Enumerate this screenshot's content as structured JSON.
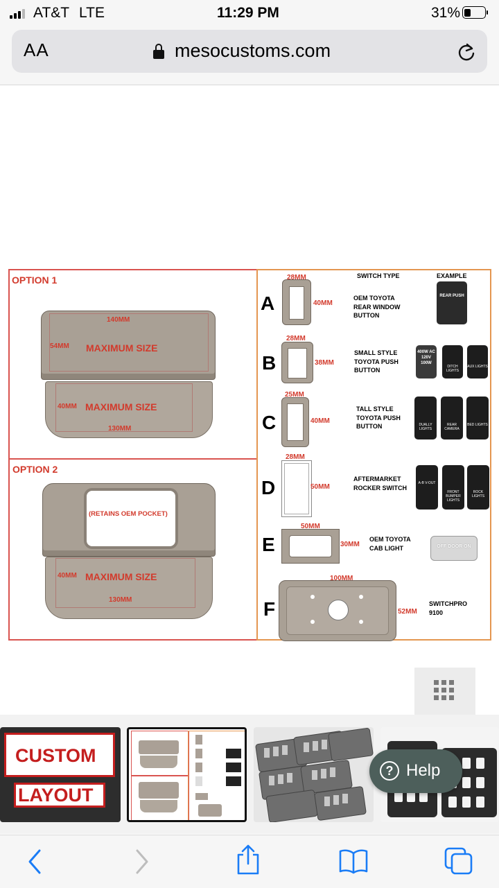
{
  "status_bar": {
    "carrier": "AT&T",
    "network": "LTE",
    "time": "11:29 PM",
    "battery": "31%",
    "battery_level": 0.31
  },
  "address_bar": {
    "text_size_label": "AA",
    "url": "mesocustoms.com"
  },
  "figure": {
    "option1": {
      "title": "OPTION 1",
      "top_width": "140MM",
      "top_height": "54MM",
      "top_label": "MAXIMUM SIZE",
      "bottom_height": "40MM",
      "bottom_label": "MAXIMUM SIZE",
      "bottom_width": "130MM"
    },
    "option2": {
      "title": "OPTION 2",
      "pocket_label": "(RETAINS OEM POCKET)",
      "bottom_height": "40MM",
      "bottom_label": "MAXIMUM SIZE",
      "bottom_width": "130MM"
    },
    "headers": {
      "switch_type": "SWITCH TYPE",
      "example": "EXAMPLE"
    },
    "rows": [
      {
        "letter": "A",
        "width": "28MM",
        "height": "40MM",
        "type": "OEM TOYOTA REAR WINDOW BUTTON",
        "examples": [
          "REAR PUSH"
        ]
      },
      {
        "letter": "B",
        "width": "28MM",
        "height": "38MM",
        "type": "SMALL STYLE TOYOTA PUSH BUTTON",
        "examples": [
          "400W AC 120V 100W",
          "DITCH LIGHTS",
          "AUX LIGHTS"
        ]
      },
      {
        "letter": "C",
        "width": "25MM",
        "height": "40MM",
        "type": "TALL STYLE TOYOTA PUSH BUTTON",
        "examples": [
          "DUALLY LIGHTS",
          "REAR CAMERA",
          "BED LIGHTS"
        ]
      },
      {
        "letter": "D",
        "width": "28MM",
        "height": "50MM",
        "type": "AFTERMARKET ROCKER SWITCH",
        "examples": [
          "A-B V-OUT",
          "FRONT BUMPER LIGHTS",
          "ROCK LIGHTS"
        ]
      },
      {
        "letter": "E",
        "width": "50MM",
        "height": "30MM",
        "type": "OEM TOYOTA CAB LIGHT",
        "examples": [
          "OFF DOOR ON"
        ]
      },
      {
        "letter": "F",
        "width": "100MM",
        "height": "52MM",
        "type": "SWITCHPRO 9100",
        "examples": []
      }
    ]
  },
  "thumbnails": [
    {
      "title_line1": "CUSTOM",
      "title_line2": "LAYOUT",
      "selected": false
    },
    {
      "description": "switch layout chart",
      "selected": true
    },
    {
      "description": "switch panels",
      "selected": false
    },
    {
      "description": "switch panels",
      "selected": false
    }
  ],
  "help_button": {
    "label": "Help"
  },
  "icons": {
    "grid": "grid-icon",
    "reload": "reload-icon",
    "lock": "lock-icon",
    "back": "back-icon",
    "forward": "forward-icon",
    "share": "share-icon",
    "bookmarks": "bookmarks-icon",
    "tabs": "tabs-icon",
    "help": "question-icon"
  },
  "colors": {
    "accent": "#1a7cf6",
    "diagram_red": "#d23a2c",
    "part_fill": "#aba196",
    "help_bg": "#4d5f5b"
  }
}
